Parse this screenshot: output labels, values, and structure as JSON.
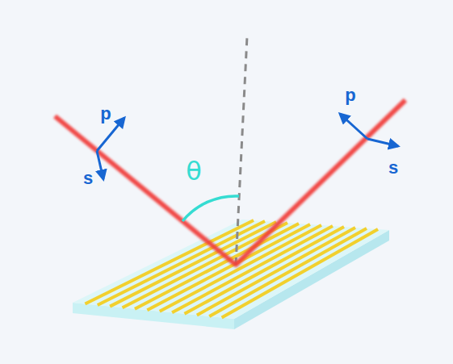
{
  "diagram": {
    "labels": [
      "p",
      "s",
      "θ",
      "p",
      "s"
    ]
  }
}
